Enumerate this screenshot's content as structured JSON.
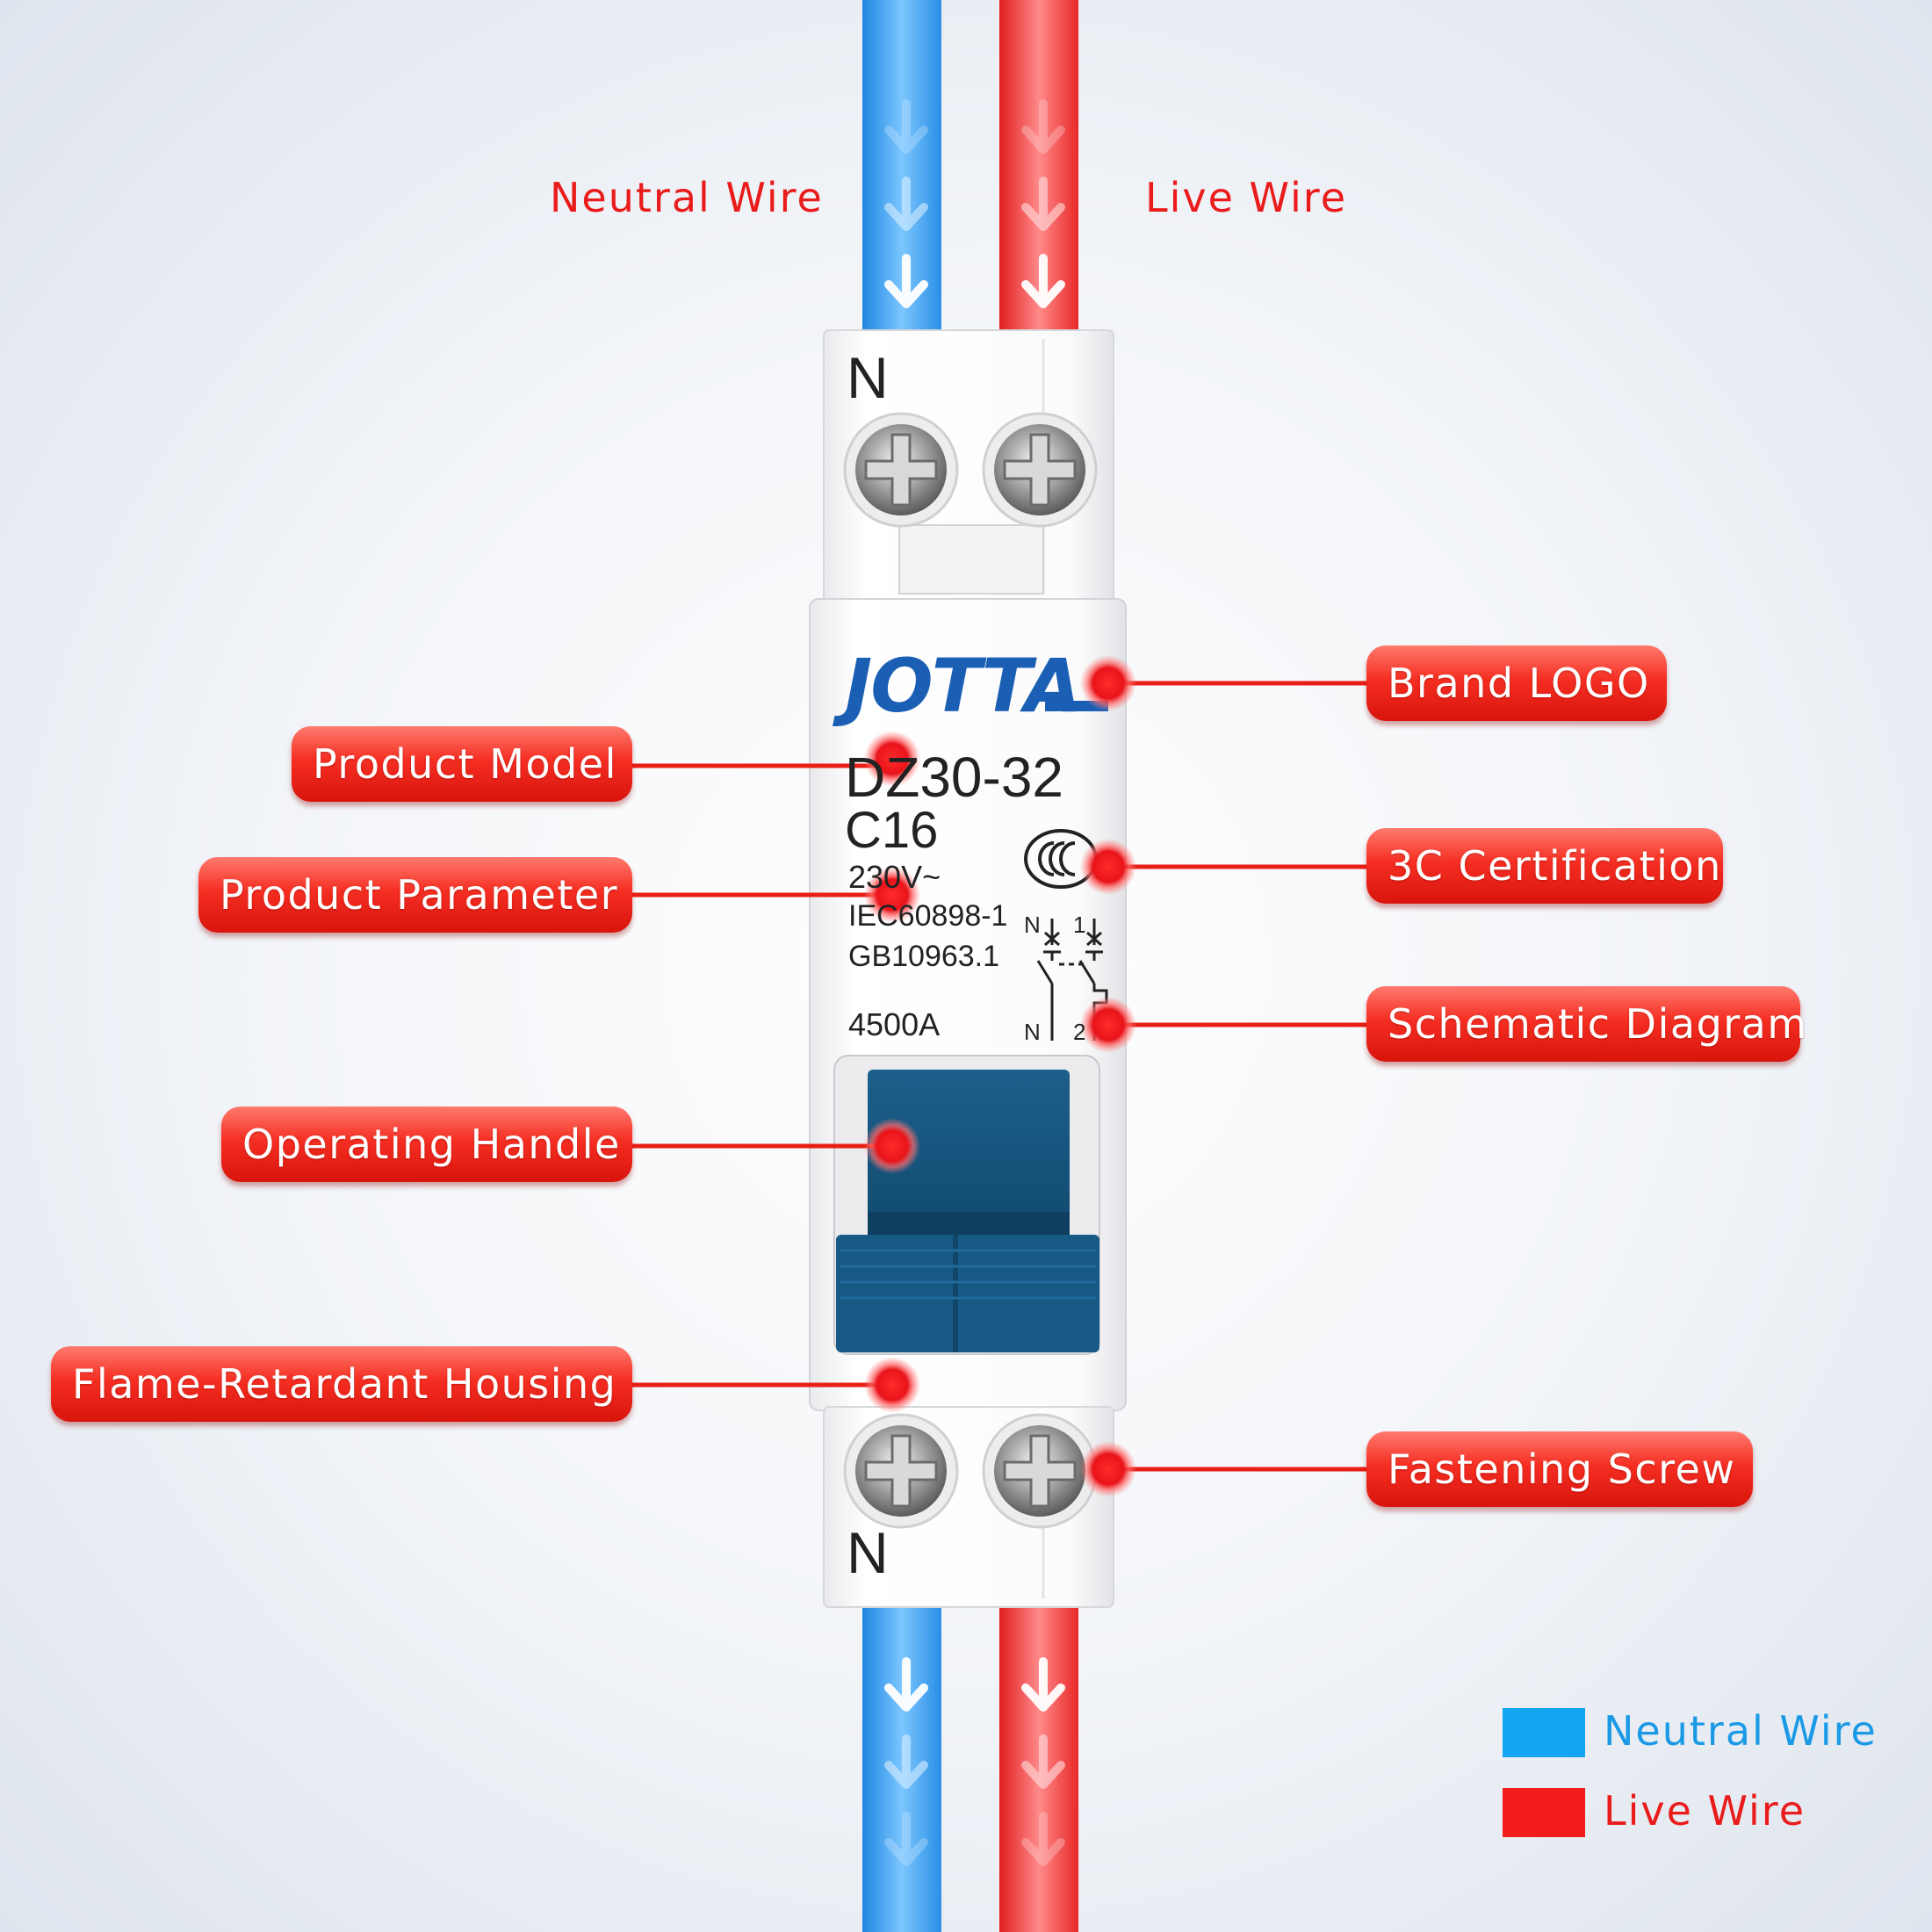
{
  "wires": {
    "neutral_label": "Neutral Wire",
    "live_label": "Live Wire"
  },
  "device": {
    "brand": "JOTTA",
    "terminal_label_top": "N",
    "terminal_label_bottom": "N",
    "model": "DZ30-32",
    "rating": "C16",
    "voltage": "230V~",
    "standard_1": "IEC60898-1",
    "standard_2": "GB10963.1",
    "breaking_capacity": "4500A",
    "schematic": {
      "top_left": "N",
      "top_right": "1",
      "bottom_left": "N",
      "bottom_right": "2"
    }
  },
  "callouts": {
    "brand_logo": "Brand LOGO",
    "product_model": "Product Model",
    "product_parameter": "Product Parameter",
    "certification": "3C Certification",
    "schematic_diagram": "Schematic Diagram",
    "operating_handle": "Operating Handle",
    "housing": "Flame-Retardant Housing",
    "fastening_screw": "Fastening Screw"
  },
  "legend": [
    {
      "label": "Neutral Wire",
      "color": "#14a4f0"
    },
    {
      "label": "Live Wire",
      "color": "#f21c1c"
    }
  ],
  "colors": {
    "neutral_wire": "#3aa0f2",
    "live_wire": "#f23a3a",
    "callout_red": "#e81f16",
    "handle_blue": "#175a86",
    "label_red": "#ea1b1b",
    "legend_blue": "#1a9ae6"
  },
  "icons": {
    "flow_arrow": "down-arrow-icon",
    "screw": "cross-screw-icon",
    "cert": "ccc-certification-icon"
  }
}
